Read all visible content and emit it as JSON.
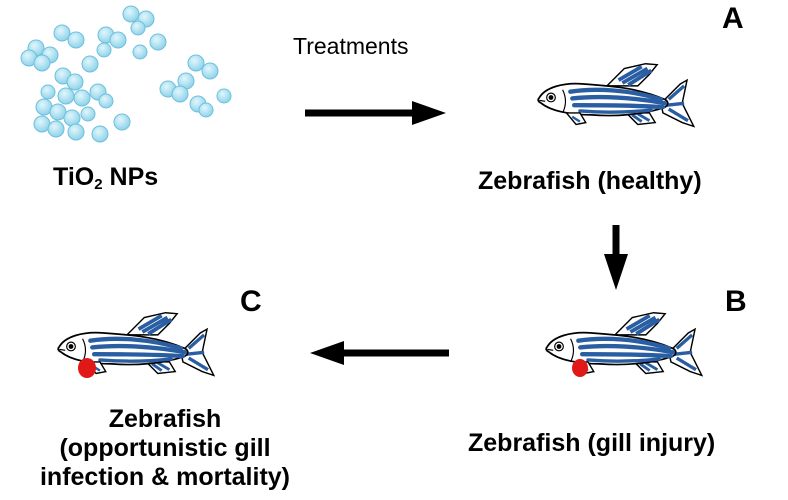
{
  "particles": {
    "formula_main": "TiO",
    "formula_sub": "2",
    "label_suffix": " NPs",
    "fill": "#9fdcee",
    "outline": "#6cc0dd"
  },
  "treatment_label": "Treatments",
  "panels": {
    "a": {
      "letter": "A",
      "caption": "Zebrafish (healthy)"
    },
    "b": {
      "letter": "B",
      "caption": "Zebrafish (gill injury)"
    },
    "c": {
      "letter": "C",
      "caption_lines": [
        "Zebrafish",
        "(opportunistic gill",
        "infection & mortality)"
      ]
    }
  },
  "colors": {
    "stripe": "#2a5ea3",
    "gill_injury": "#e01818",
    "fish_outline": "#000000",
    "arrow": "#000000"
  }
}
